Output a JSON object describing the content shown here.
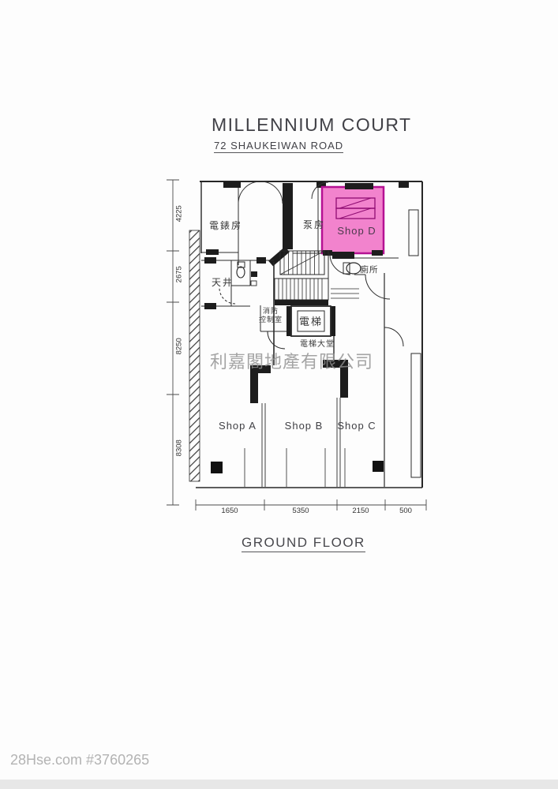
{
  "page": {
    "title": "MILLENNIUM COURT",
    "subtitle": "72 SHAUKEIWAN ROAD",
    "floor_label": "GROUND FLOOR",
    "watermark_agency": "利嘉閣地產有限公司",
    "watermark_site": "28Hse.com #3760265"
  },
  "plan": {
    "colors": {
      "highlight_fill": "#f06dc4",
      "highlight_border": "#b51193",
      "line_color": "#2a2a2a"
    },
    "labels": {
      "meter_room": "電錶房",
      "pump_room": "泵房",
      "shop_d": "Shop D",
      "lightwell": "天井",
      "toilet": "廁所",
      "fire_control_line1": "消防",
      "fire_control_line2": "控制室",
      "lift": "電梯",
      "lift_lobby": "電梯大堂",
      "shop_a": "Shop A",
      "shop_b": "Shop B",
      "shop_c": "Shop C"
    },
    "dimensions_left": [
      "4225",
      "2675",
      "8250",
      "8308"
    ],
    "dimensions_bottom": [
      "1650",
      "5350",
      "2150",
      "500"
    ]
  }
}
